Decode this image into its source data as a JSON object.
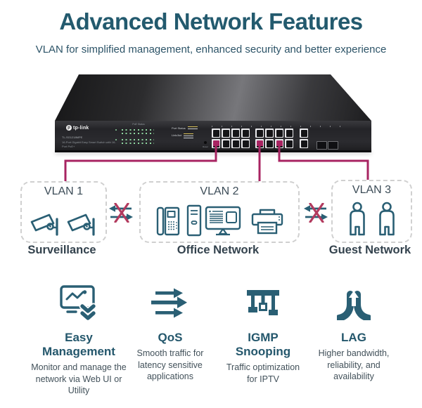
{
  "header": {
    "title": "Advanced Network Features",
    "subtitle": "VLAN for simplified management, enhanced security and better experience"
  },
  "device": {
    "brand": "tp-link",
    "brand_mark": "p",
    "model": "TL-SG1218MPE",
    "description": "16-Port Gigabit Easy Smart Switch with 16-Port PoE+",
    "led_bracket_label": "PoE Status",
    "legend_port_status": "Port Status",
    "legend_link_act": "Link/Act",
    "reset_label": "Reset"
  },
  "vlans": [
    {
      "label": "VLAN 1",
      "caption": "Surveillance",
      "devices": [
        "cctv-camera",
        "cctv-camera"
      ]
    },
    {
      "label": "VLAN 2",
      "caption": "Office Network",
      "devices": [
        "ip-phone",
        "desktop-tower",
        "monitor",
        "printer"
      ]
    },
    {
      "label": "VLAN 3",
      "caption": "Guest Network",
      "devices": [
        "person",
        "person"
      ]
    }
  ],
  "features": [
    {
      "icon": "easy-management-icon",
      "title": "Easy Management",
      "lines": [
        "Monitor and manage the",
        "network via Web UI or",
        "Utility"
      ]
    },
    {
      "icon": "qos-icon",
      "title": "QoS",
      "lines": [
        "Smooth traffic for",
        "latency sensitive",
        "applications"
      ]
    },
    {
      "icon": "igmp-snooping-icon",
      "title": "IGMP Snooping",
      "lines": [
        "Traffic optimization",
        "for IPTV"
      ]
    },
    {
      "icon": "lag-icon",
      "title": "LAG",
      "lines": [
        "Higher bandwidth,",
        "reliability, and",
        "availability"
      ]
    }
  ],
  "icons": [
    "cctv-camera-icon",
    "ip-phone-icon",
    "desktop-tower-icon",
    "monitor-icon",
    "printer-icon",
    "person-icon",
    "blocked-traffic-icon",
    "easy-management-icon",
    "qos-icon",
    "igmp-snooping-icon",
    "lag-icon"
  ],
  "colors": {
    "heading": "#235a6e",
    "icon_teal": "#2a5f74",
    "cable_magenta": "#a82462",
    "cross_crimson": "#b23a5e",
    "body_text": "#42515a",
    "caption_text": "#33424d",
    "box_border": "#d0d0d0"
  }
}
